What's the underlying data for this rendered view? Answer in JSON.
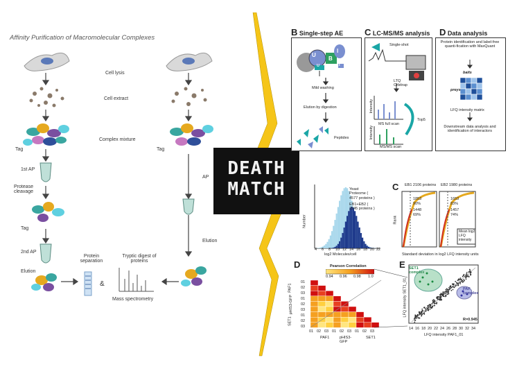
{
  "left": {
    "title": "Affinity Purification of Macromolecular Complexes",
    "steps": {
      "cell_lysis": "Cell lysis",
      "cell_extract": "Cell extract",
      "complex_mixture": "Complex mixture",
      "tag1": "Tag",
      "ap1": "1st AP",
      "protease": "Protease cleavage",
      "tag2": "Tag",
      "ap2": "2nd AP",
      "elution": "Elution",
      "protein_sep": "Protein separation",
      "amp": "&",
      "tryptic": "Tryptic digest of proteins",
      "mass_spec": "Mass spectrometry",
      "right_tag": "Tag",
      "right_ap": "AP",
      "right_elution": "Elution"
    }
  },
  "center": {
    "line1": "DEATH",
    "line2": "MATCH"
  },
  "panelB": {
    "letter": "B",
    "title": "Single-step AE",
    "mild": "Mild washing",
    "elution": "Elution by digestion",
    "peptides": "Peptides",
    "u1": "U",
    "i1": "I",
    "b": "B",
    "u2": "U",
    "i2": "I"
  },
  "panelC": {
    "letter": "C",
    "title": "LC-MS/MS analysis",
    "single": "Single-shot",
    "ltq": "LTQ Orbitrap",
    "intensity1": "Intensity",
    "msfull": "MS full scan",
    "top5": "Top5",
    "intensity2": "Intensity",
    "msms": "MS/MS scan"
  },
  "panelD": {
    "letter": "D",
    "title": "Data analysis",
    "text1": "Protein identification and label-free quanti-fication with MaxQuant",
    "baits": "baits",
    "preys": "preys",
    "lfq": "LFQ intensity matrix",
    "text2": "Downstream data analysis and identification of interactors"
  },
  "hist": {
    "ylabel": "Number",
    "xlabel": "log2 Molecules/cell",
    "legend1": "Yeast Proteome ( 4577 proteins )",
    "legend2": "EB1+EB2 ( 2245 proteins )",
    "xticks": [
      "4",
      "6",
      "8",
      "10",
      "12",
      "14",
      "16",
      "18",
      "20",
      "22"
    ]
  },
  "panelC2": {
    "letter": "C",
    "eb1": "EB1 2106 proteins",
    "eb2": "EB2 1980 proteins",
    "ylabel": "Rank",
    "v1": "1853",
    "p1": "90%",
    "v2": "1448",
    "p2": "69%",
    "v3": "1653",
    "p3": "83%",
    "v4": "1457",
    "p4": "74%",
    "mean": "Mean log2 LFQ intensity",
    "xlabel": "Standard deviation in log2 LFQ intensity units"
  },
  "panelD2": {
    "letter": "D",
    "title": "Pearson Correlation",
    "scale": [
      "0.94",
      "0.96",
      "0.98",
      "1.0"
    ],
    "row_labels": [
      "01",
      "02",
      "03",
      "01",
      "02",
      "03",
      "01",
      "02",
      "03"
    ],
    "groups": [
      "PAF1",
      "pHIS3-GFP",
      "SET1"
    ],
    "col_labels": [
      "01",
      "02",
      "03",
      "01",
      "02",
      "03",
      "01",
      "02",
      "03"
    ]
  },
  "panelE": {
    "letter": "E",
    "set1": "SET1 complex",
    "paf": "PAF complex",
    "ylabel": "LFQ intensity SET1_01",
    "xlabel": "LFQ intensity PAF1_01",
    "r": "R=0.945",
    "ticks": [
      "14",
      "16",
      "18",
      "20",
      "22",
      "24",
      "26",
      "28",
      "30",
      "32",
      "34"
    ]
  }
}
